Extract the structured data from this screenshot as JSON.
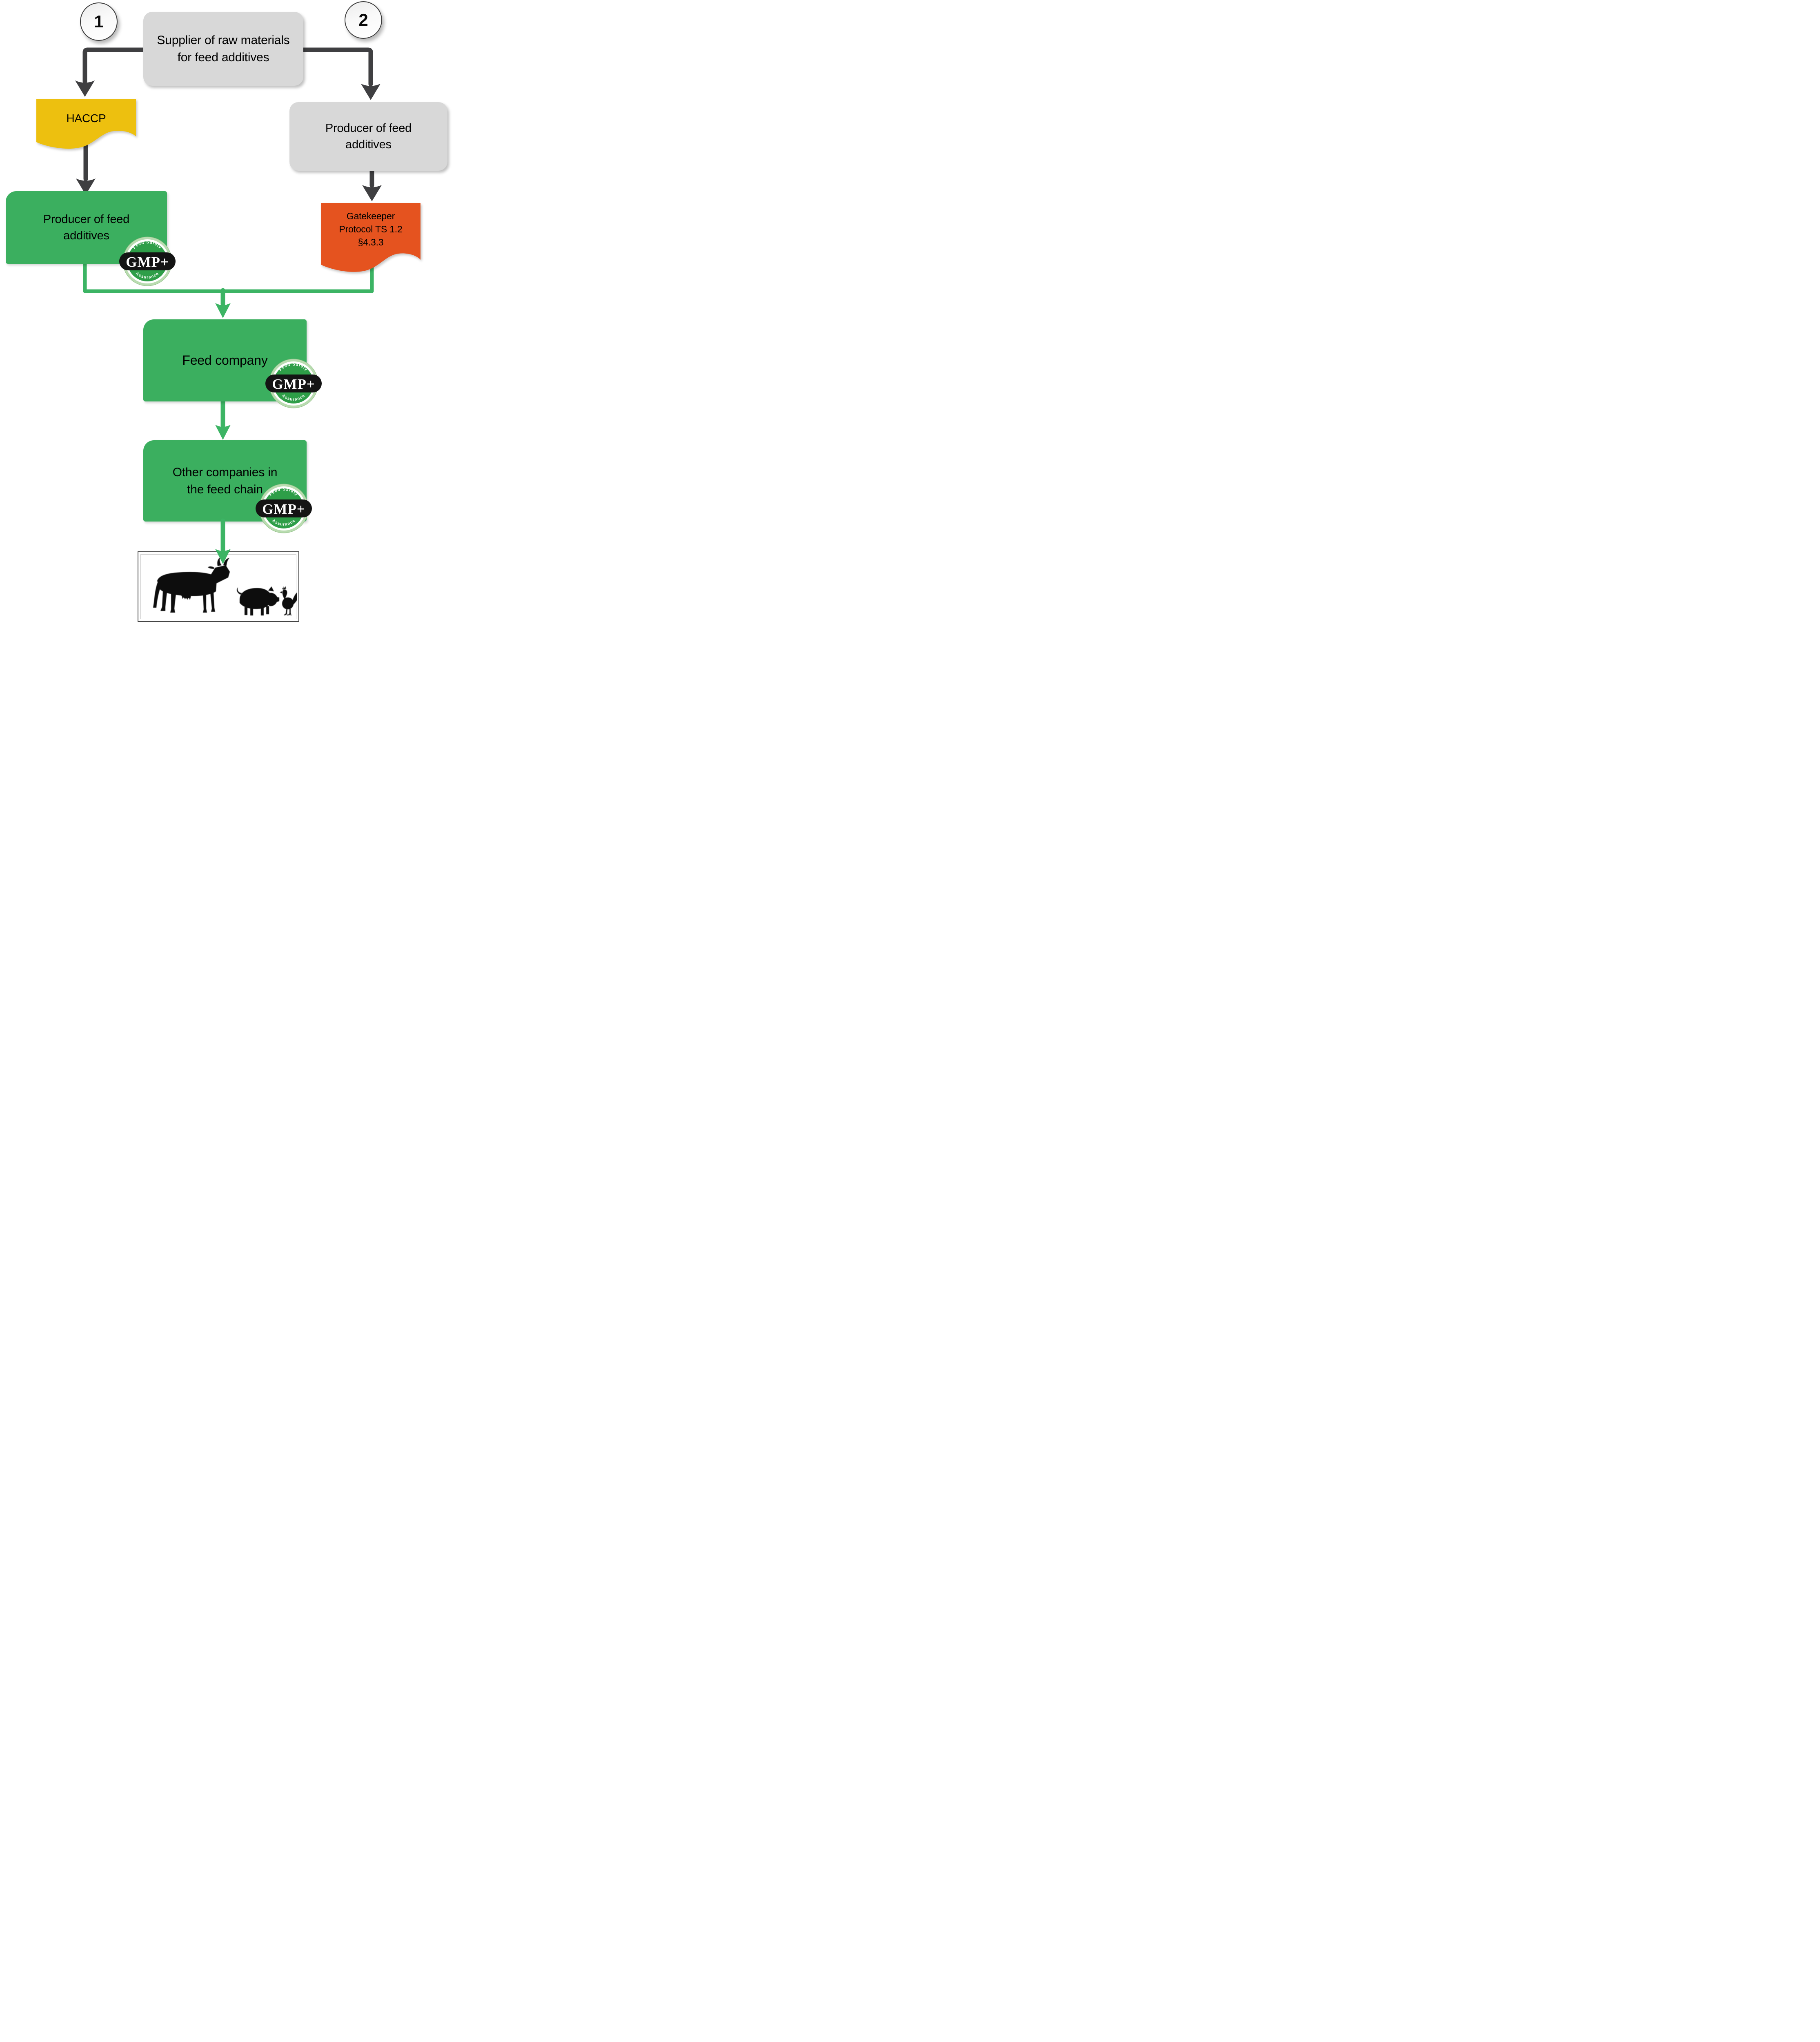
{
  "markers": {
    "one": "1",
    "two": "2"
  },
  "nodes": {
    "supplier": {
      "label": "Supplier of raw materials for feed additives",
      "lines": [
        "Supplier of raw materials",
        "for feed additives"
      ]
    },
    "haccp": {
      "label": "HACCP",
      "lines": [
        "HACCP"
      ]
    },
    "producer_left": {
      "label": "Producer of feed additives",
      "lines": [
        "Producer of feed",
        "additives"
      ]
    },
    "producer_right": {
      "label": "Producer of feed additives",
      "lines": [
        "Producer of feed",
        "additives"
      ]
    },
    "gatekeeper": {
      "label": "Gatekeeper Protocol TS 1.2 §4.3.3",
      "lines": [
        "Gatekeeper",
        "Protocol TS 1.2",
        "§4.3.3"
      ]
    },
    "feed_company": {
      "label": "Feed company",
      "lines": [
        "Feed company"
      ]
    },
    "other_companies": {
      "label": "Other companies in the feed chain",
      "lines": [
        "Other companies in",
        "the feed chain"
      ]
    }
  },
  "badge": {
    "arc_top": "Feed Safety",
    "label": "GMP+",
    "arc_bottom": "Assurance"
  },
  "animals": {
    "items": [
      "cow",
      "pig",
      "rooster"
    ]
  },
  "colors": {
    "gray_box": "#d8d8d8",
    "yellow_document": "#edc00f",
    "orange_document": "#e5531f",
    "green_box": "#3baf5f",
    "green_connector": "#3cb464",
    "dark_connector": "#3f3f41",
    "badge_green": "#2e9e48",
    "badge_pale_ring": "#b9dcb0",
    "badge_black": "#141414",
    "text": "#000000"
  }
}
